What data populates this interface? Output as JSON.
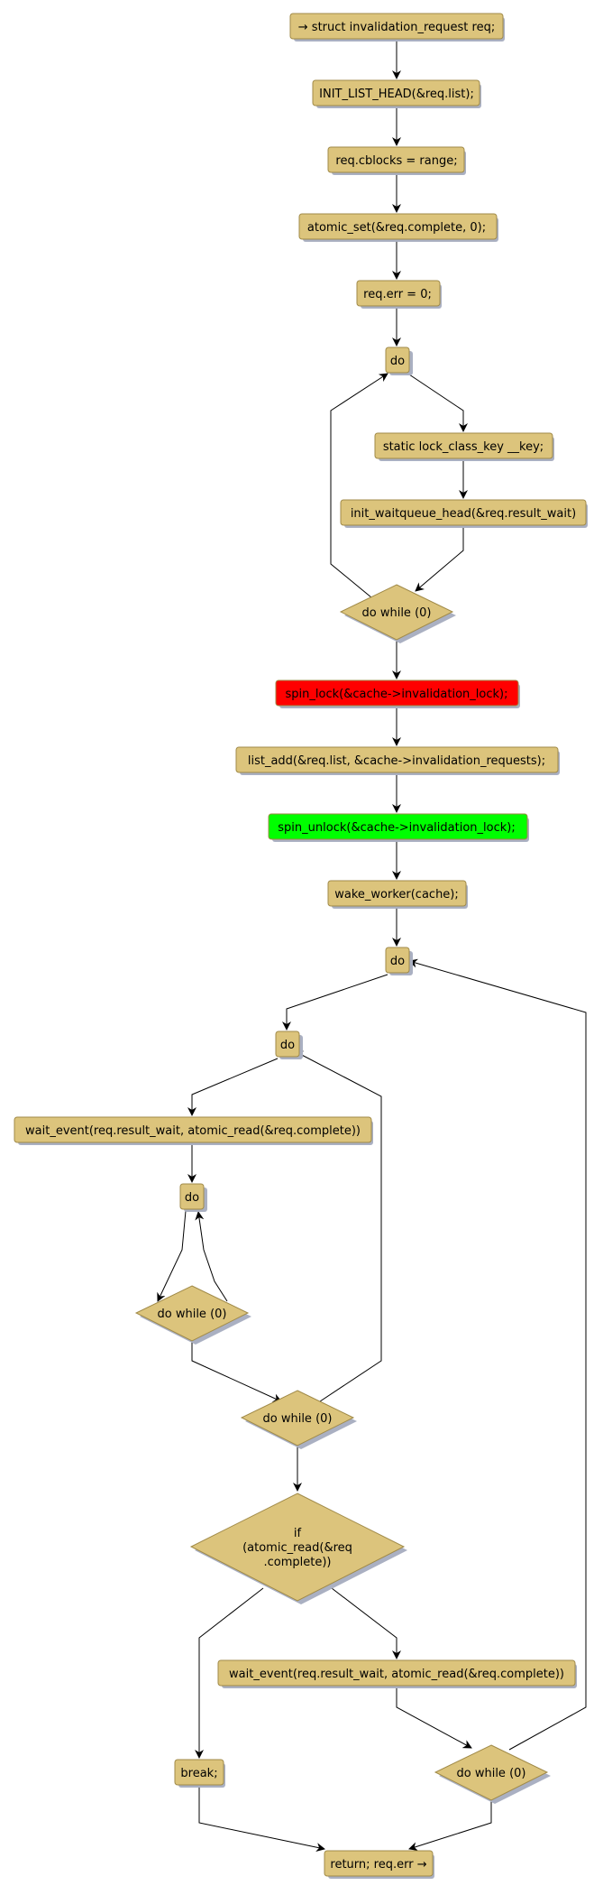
{
  "colors": {
    "node_fill": "#dcc47c",
    "node_stroke": "#a08a48",
    "shadow": "#aab0c2",
    "lock_fill": "#ff0000",
    "unlock_fill": "#00ff00",
    "edge": "#000000"
  },
  "nodes": {
    "start": "→ struct invalidation_request req;",
    "init_list": "INIT_LIST_HEAD(&req.list);",
    "cblocks": "req.cblocks = range;",
    "atomic_set": "atomic_set(&req.complete, 0);",
    "err_zero": "req.err = 0;",
    "do1": "do",
    "static_key": "static lock_class_key __key;",
    "init_waitqueue": "init_waitqueue_head(&req.result_wait)",
    "do_while1": "do while (0)",
    "spin_lock": "spin_lock(&cache->invalidation_lock);",
    "list_add": "list_add(&req.list, &cache->invalidation_requests);",
    "spin_unlock": "spin_unlock(&cache->invalidation_lock);",
    "wake_worker": "wake_worker(cache);",
    "do_outer": "do",
    "do_mid": "do",
    "wait_event1": "wait_event(req.result_wait, atomic_read(&req.complete))",
    "do_inner": "do",
    "do_while_inner": "do while (0)",
    "do_while_mid": "do while (0)",
    "if_line1": "if",
    "if_line2": "(atomic_read(&req",
    "if_line3": ".complete))",
    "wait_event2": "wait_event(req.result_wait, atomic_read(&req.complete))",
    "break": "break;",
    "do_while_outer": "do while (0)",
    "return": "return; req.err →"
  }
}
